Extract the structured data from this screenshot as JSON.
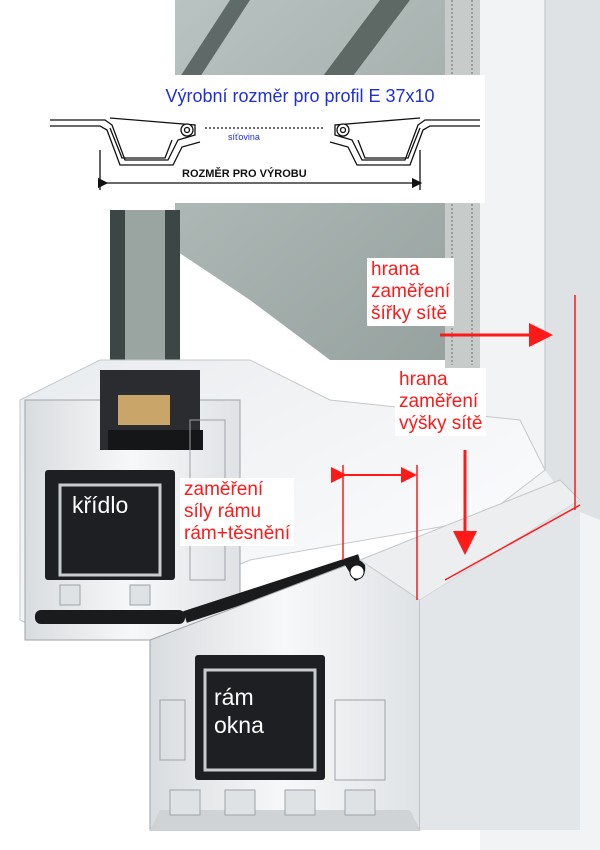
{
  "inset": {
    "title": "Výrobní rozměr pro profil E 37x10",
    "mesh_label": "síťovina",
    "dimension_label": "ROZMĚR PRO VÝROBU"
  },
  "labels": {
    "width_edge": [
      "hrana",
      "zaměření",
      "šířky sítě"
    ],
    "height_edge": [
      "hrana",
      "zaměření",
      "výšky sítě"
    ],
    "frame_thickness": [
      "zaměření",
      "síly rámu",
      "rám+těsnění"
    ],
    "sash": "křídlo",
    "window_frame": [
      "rám",
      "okna"
    ]
  },
  "colors": {
    "annotation_red": "#ff1a1a",
    "title_blue": "#1f2fd6",
    "profile_white": "#f2f3f4"
  }
}
